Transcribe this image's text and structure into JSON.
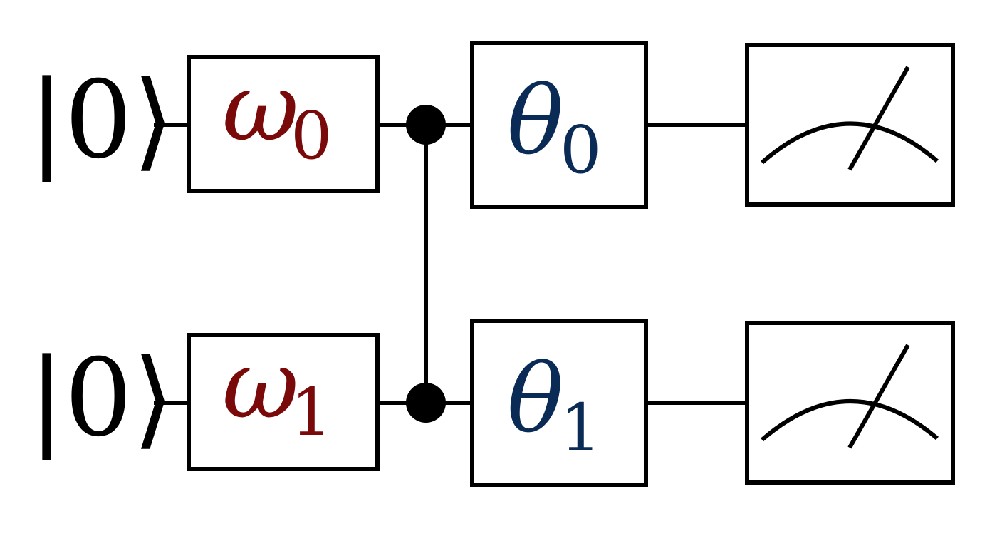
{
  "colors": {
    "line": "#000000",
    "omega": "#7a0a0a",
    "theta": "#0b2b57"
  },
  "qubits": [
    {
      "init": "|0⟩",
      "encode_symbol": "ω",
      "encode_sub": "0",
      "param_symbol": "θ",
      "param_sub": "0",
      "measure_icon": "meter-icon"
    },
    {
      "init": "|0⟩",
      "encode_symbol": "ω",
      "encode_sub": "1",
      "param_symbol": "θ",
      "param_sub": "1",
      "measure_icon": "meter-icon"
    }
  ],
  "entangler": {
    "type": "controlled-z",
    "icon": "control-dot-icon"
  }
}
